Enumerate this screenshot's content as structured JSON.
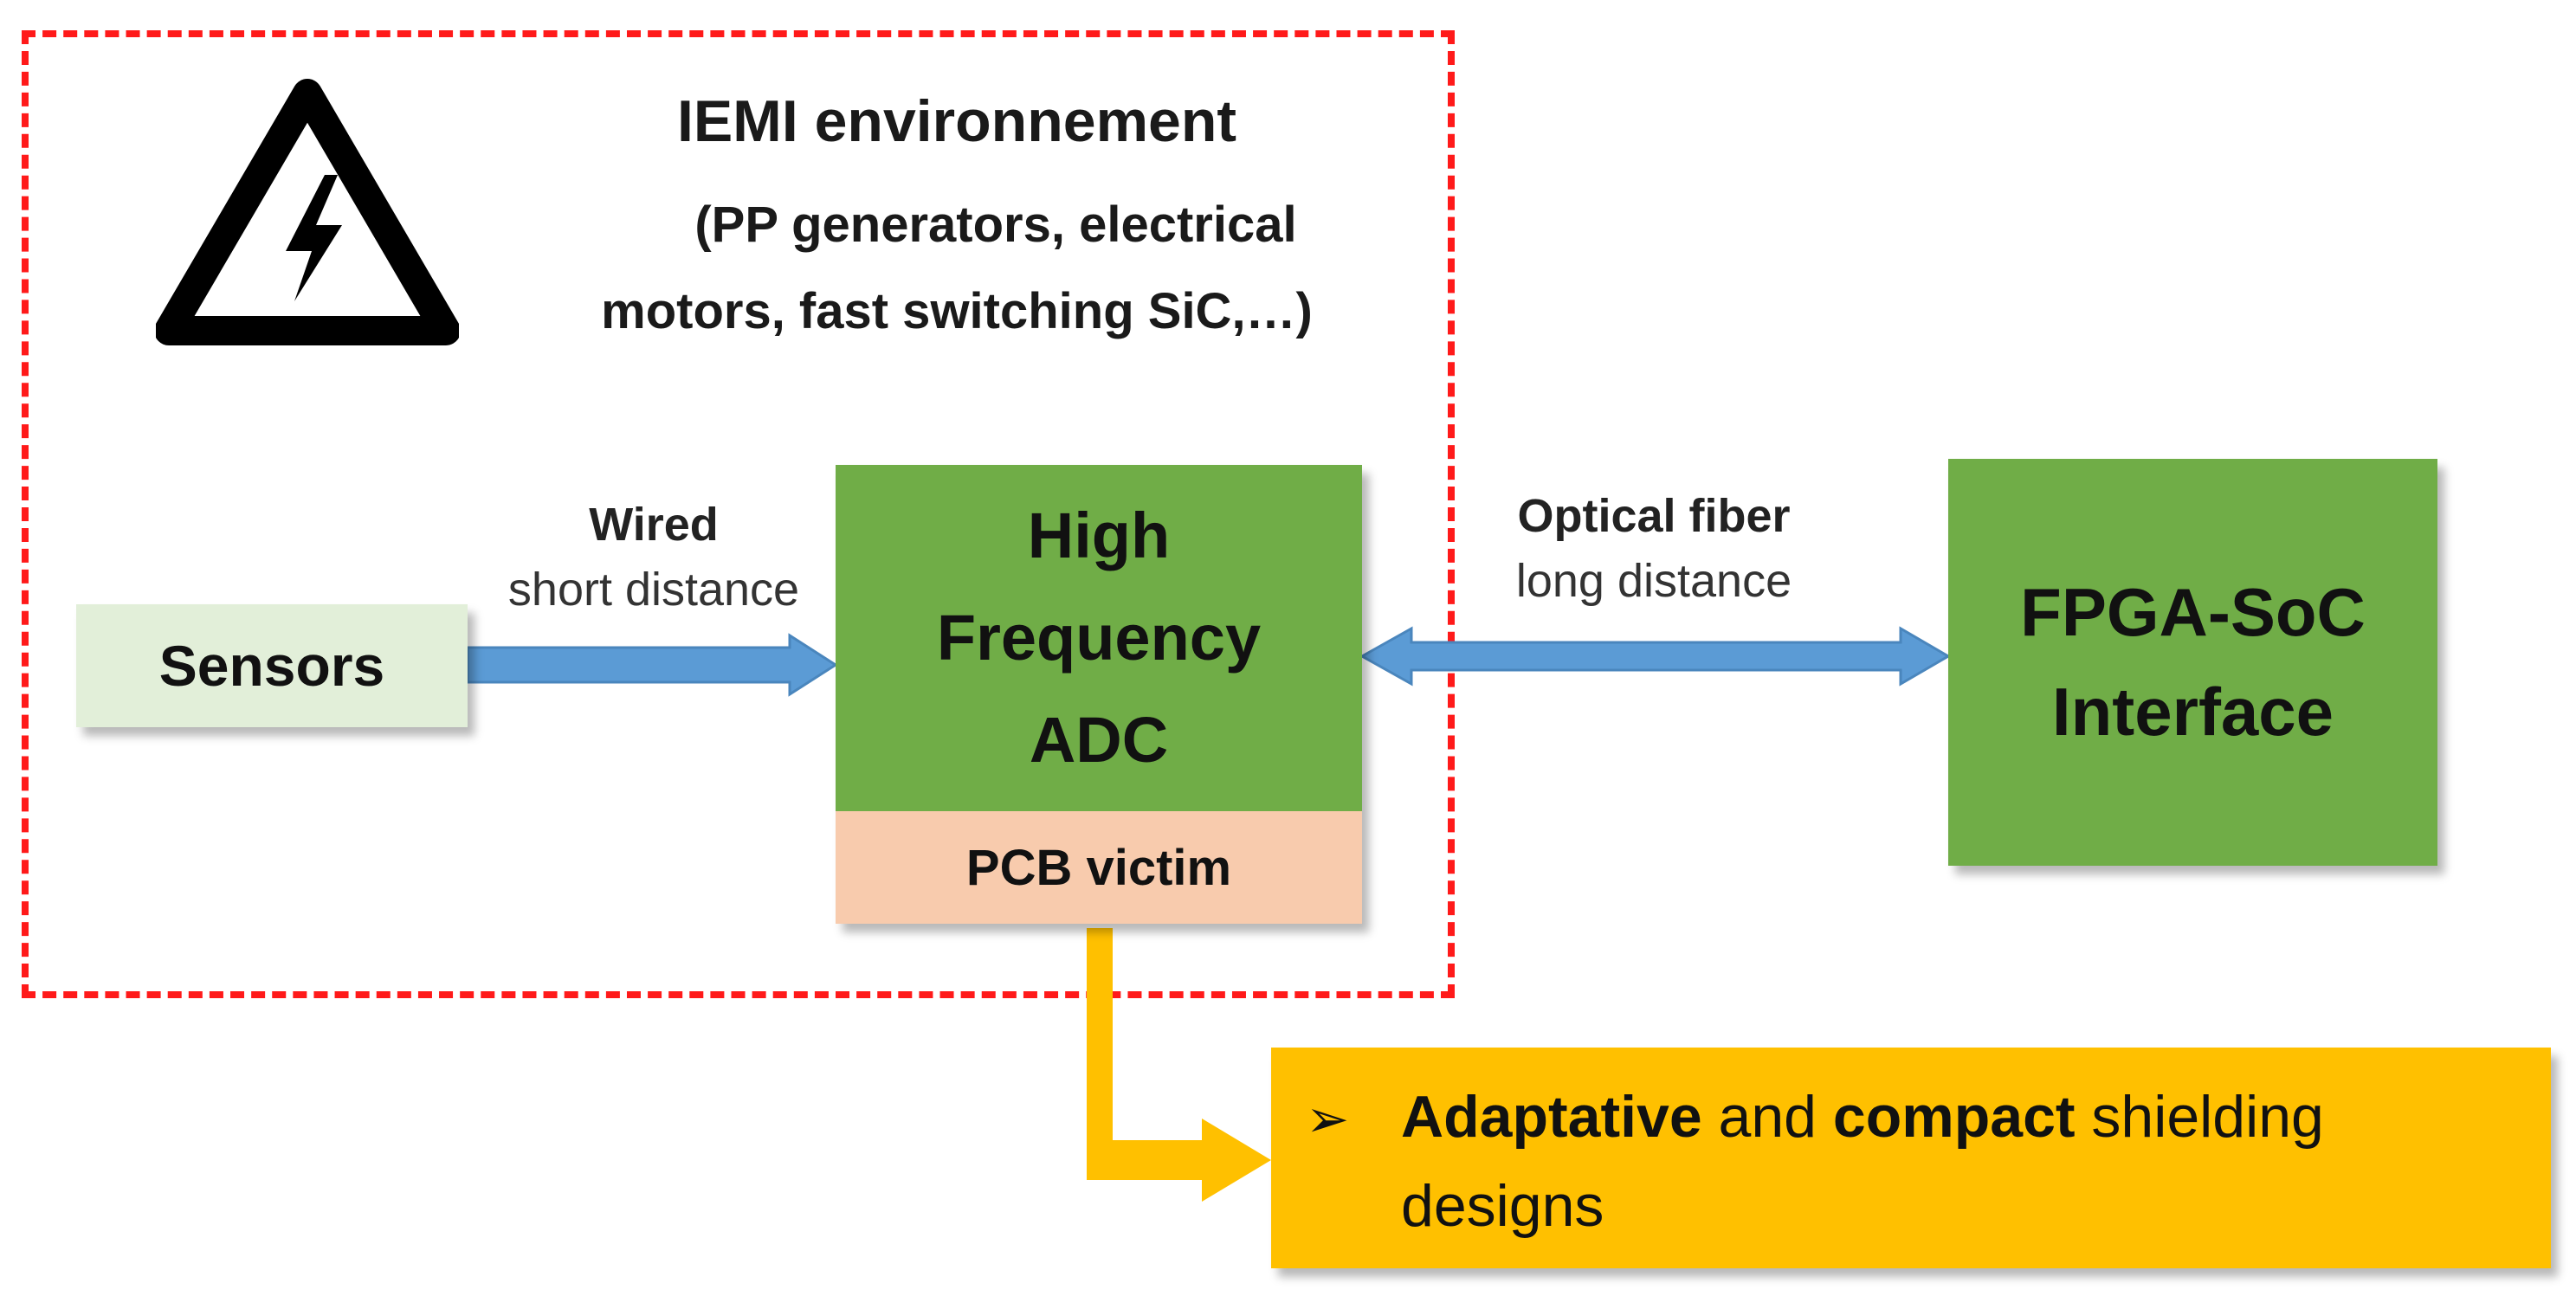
{
  "zone": {
    "title": "IEMI environnement",
    "subtitle_line1": "(PP generators, electrical",
    "subtitle_line2": "motors, fast switching SiC,…)"
  },
  "icons": {
    "warning": "high-voltage-warning-icon"
  },
  "sensors": {
    "label": "Sensors"
  },
  "wired_link": {
    "title": "Wired",
    "subtitle": "short distance"
  },
  "adc": {
    "line1": "High",
    "line2": "Frequency",
    "line3": "ADC"
  },
  "pcb": {
    "label": "PCB victim"
  },
  "optical_link": {
    "title": "Optical fiber",
    "subtitle": "long distance"
  },
  "fpga": {
    "line1": "FPGA-SoC",
    "line2": "Interface"
  },
  "shielding": {
    "bullet": "➢",
    "bold1": "Adaptative",
    "text1": " and ",
    "bold2": "compact",
    "text2": " shielding",
    "line2": "designs"
  },
  "colors": {
    "zone_border": "#ff1a1a",
    "green_box": "#70ad47",
    "sensors_box": "#e2efd9",
    "pcb_box": "#f8cbad",
    "arrow_blue": "#5b9bd5",
    "shield_box": "#ffc000"
  }
}
